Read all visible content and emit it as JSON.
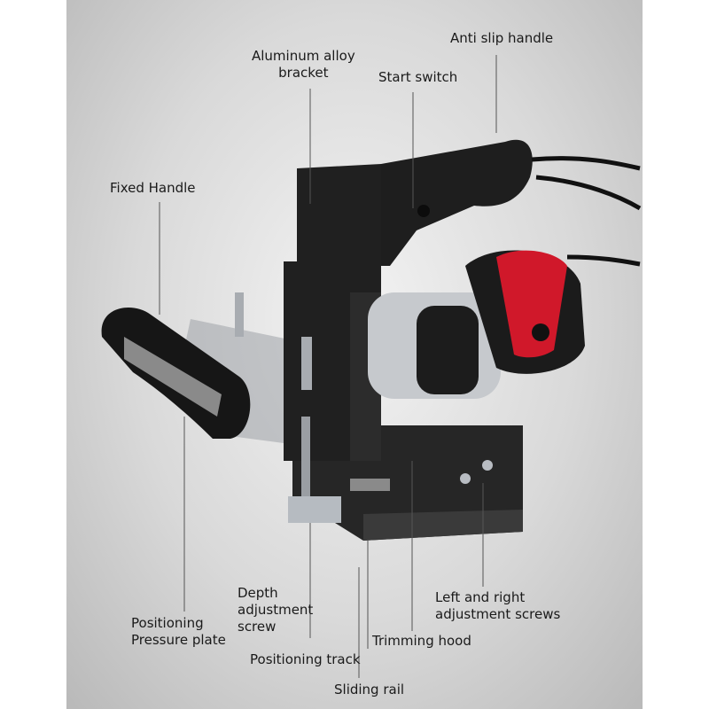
{
  "labels": {
    "anti_slip_handle": "Anti slip handle",
    "aluminum_bracket": "Aluminum alloy\nbracket",
    "start_switch": "Start switch",
    "fixed_handle": "Fixed Handle",
    "depth_screw": "Depth\nadjustment\nscrew",
    "left_right_screws": "Left and right\nadjustment screws",
    "positioning_plate": "Positioning\nPressure plate",
    "trimming_hood": "Trimming hood",
    "positioning_track": "Positioning track",
    "sliding_rail": "Sliding rail"
  },
  "colors": {
    "accent_red": "#d0182a",
    "body_black": "#1b1b1b",
    "metal": "#b8bcc2"
  }
}
